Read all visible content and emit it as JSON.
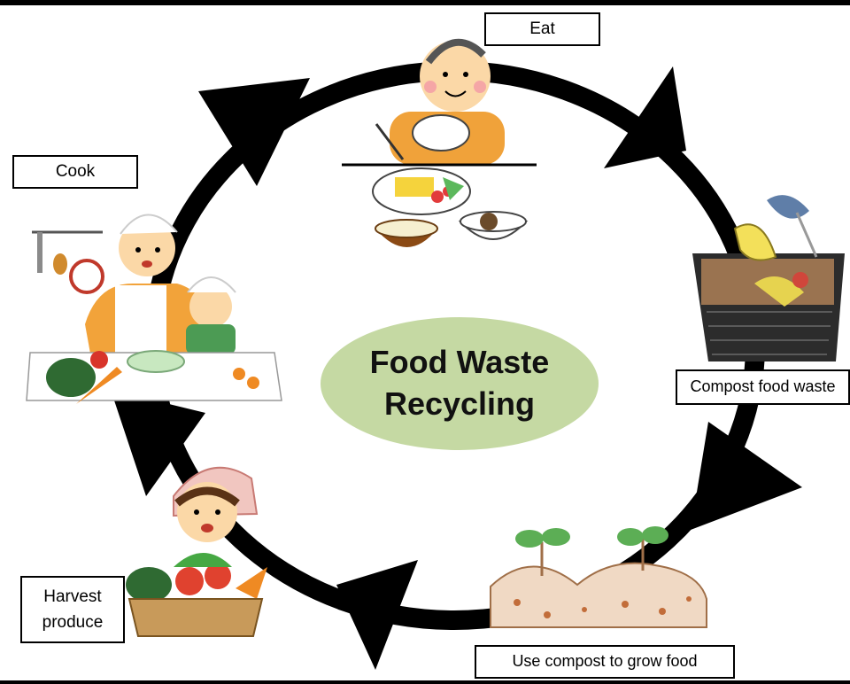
{
  "title": "Food Waste\nRecycling",
  "stages": [
    {
      "label": "Eat",
      "icon": "eating-person-icon"
    },
    {
      "label": "Compost food waste",
      "icon": "compost-bin-icon"
    },
    {
      "label": "Use compost to grow food",
      "icon": "seedling-soil-icon"
    },
    {
      "label": "Harvest\nproduce",
      "icon": "harvest-basket-icon"
    },
    {
      "label": "Cook",
      "icon": "cooking-family-icon"
    }
  ],
  "colors": {
    "center_ellipse": "#c5d9a3",
    "arrow": "#000000",
    "frame": "#000000"
  }
}
